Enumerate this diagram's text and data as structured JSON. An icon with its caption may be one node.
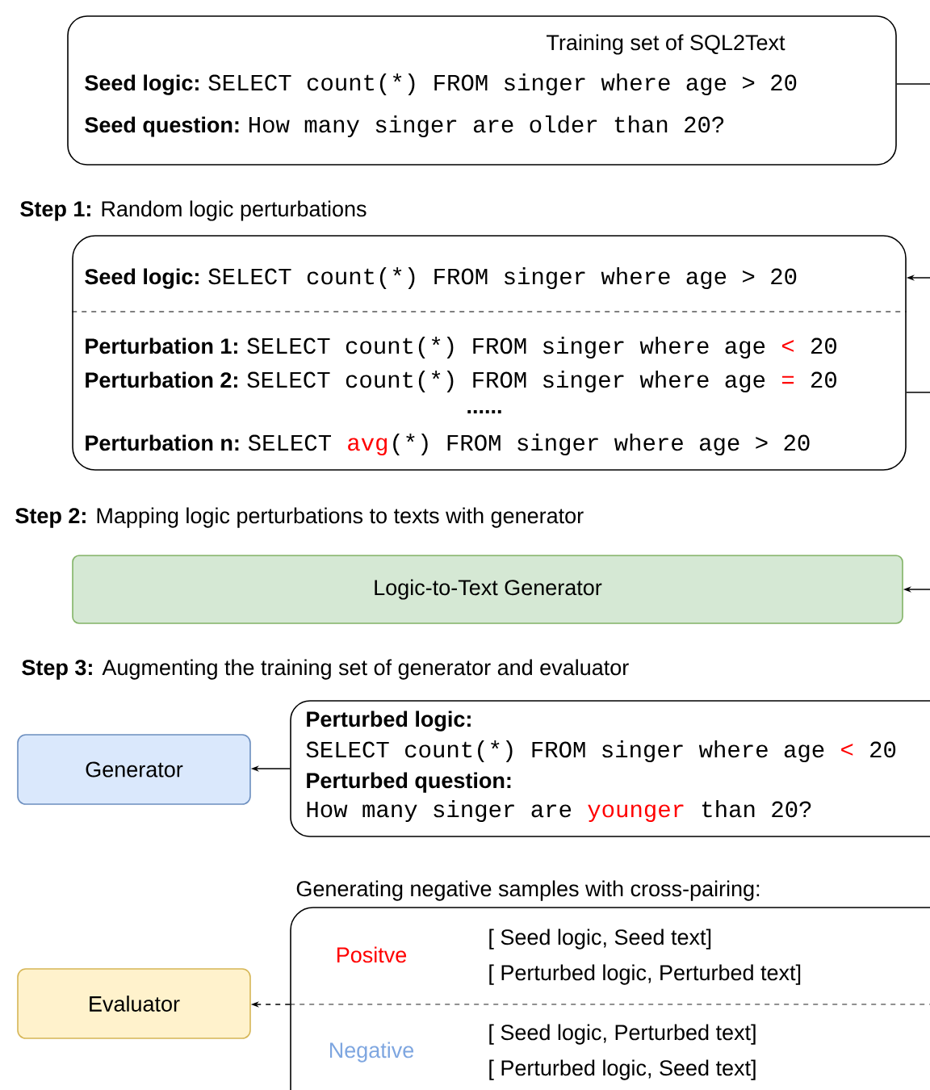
{
  "diagram": {
    "nodes": [
      {
        "text": [
          "Training set of  SQL2Text",
          "Seed logic:",
          "SELECT count(*) FROM singer where age > 20",
          "Seed question:",
          "How many singer are older than 20?"
        ]
      },
      {
        "text": [
          "Seed logic:",
          "SELECT count(*) FROM singer where age > 20",
          "Perturbation 1:",
          "SELECT count(*) FROM singer where age",
          "<",
          "20",
          "Perturbation 2:",
          "SELECT count(*) FROM singer where age",
          "=",
          "20",
          "......",
          "Perturbation n:",
          "SELECT",
          "avg",
          "(*) FROM singer where age > 20"
        ]
      },
      {
        "text": [
          "Logic-to-Text Generator"
        ]
      },
      {
        "text": [
          "Generator"
        ]
      },
      {
        "text": [
          "Perturbed logic:",
          "SELECT count(*) FROM singer where age",
          "<",
          "20",
          "Perturbed question:",
          "How many singer are",
          "younger",
          "than 20?"
        ]
      },
      {
        "text": [
          "Evaluator"
        ]
      },
      {
        "text": [
          "Generating negative samples with cross-pairing:",
          "Positve",
          "[ Seed logic,  Seed text]",
          "[ Perturbed logic,  Perturbed text]",
          "Negative",
          "[ Seed logic,  Perturbed text]",
          "[ Perturbed logic,  Seed text]"
        ]
      }
    ],
    "edges": [
      {
        "from": 0,
        "to": null,
        "arrow": "none"
      },
      {
        "from": null,
        "to": 1,
        "arrow": "to"
      },
      {
        "from": 1,
        "to": null,
        "arrow": "none"
      },
      {
        "from": null,
        "to": 2,
        "arrow": "to"
      },
      {
        "from": 4,
        "to": 3,
        "arrow": "to"
      },
      {
        "from": 6,
        "to": 5,
        "arrow": "to",
        "style": "dashed"
      }
    ],
    "labels": [
      "**Step 1:** Random logic perturbations",
      "**Step 2:** Mapping logic perturbations to texts with generator",
      "**Step 3:** Augmenting the training set of generator and evaluator"
    ]
  }
}
